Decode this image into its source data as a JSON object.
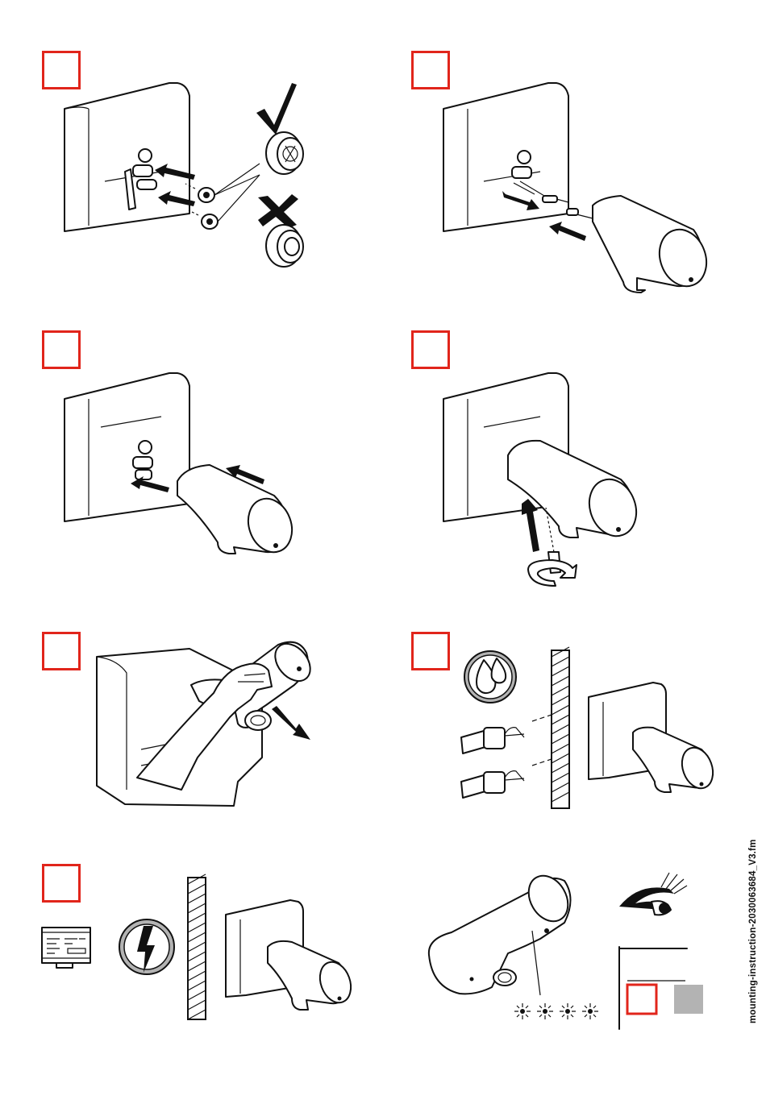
{
  "document": {
    "file_label": "mounting-instruction-2030063684_V3.fm"
  },
  "steps": [
    {
      "id": 1,
      "content": "install-flow-regulators"
    },
    {
      "id": 2,
      "content": "connect-hoses"
    },
    {
      "id": 3,
      "content": "slide-faucet-onto-wall"
    },
    {
      "id": 4,
      "content": "tighten-set-screw"
    },
    {
      "id": 5,
      "content": "remove-aerator"
    },
    {
      "id": 6,
      "content": "open-water-supply-flush"
    },
    {
      "id": 7,
      "content": "connect-power-supply"
    },
    {
      "id": 8,
      "content": "check-led-status"
    }
  ],
  "icons": {
    "check": "checkmark-icon",
    "cross": "cross-icon",
    "water": "water-drops-icon",
    "power": "lightning-icon",
    "eye": "eye-icon",
    "led": "blinking-led-icon"
  },
  "colors": {
    "step_box": "#e1251b",
    "grey_box": "#b3b3b3",
    "line": "#111111"
  }
}
